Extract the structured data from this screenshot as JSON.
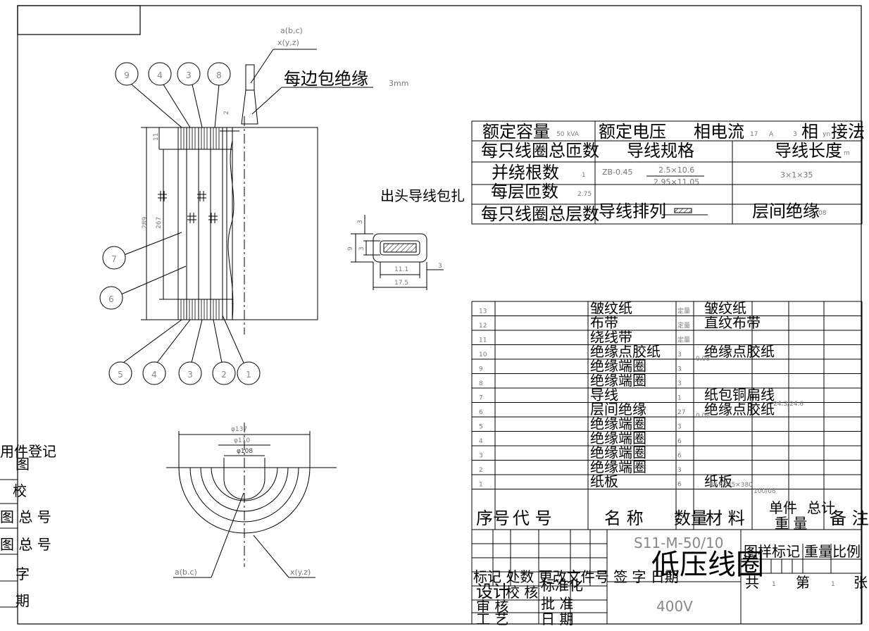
{
  "callouts": {
    "top": [
      "9",
      "4",
      "3",
      "8"
    ],
    "left": [
      "7",
      "6"
    ],
    "bottom": [
      "5",
      "4",
      "3",
      "2",
      "1"
    ]
  },
  "lead": {
    "top_label_1": "a(b,c)",
    "top_label_2": "x(y,z)",
    "insulation_note": "每边包绝缘",
    "insulation_value": "3mm",
    "lead_wrap_label": "出头导线包扎",
    "bottom_left_label": "a(b.c)",
    "bottom_right_label": "x(y.z)"
  },
  "dims": {
    "coil_height_outer": "289",
    "coil_height_inner": "267",
    "dim_top": "11",
    "dim_gap": "2",
    "section_h1": "3",
    "section_h2": "9",
    "section_h3": "3",
    "section_w_inner": "11.1",
    "section_w_outer": "17.5",
    "section_side": "3",
    "dia_outer": "φ137",
    "dia_mid": "φ110",
    "dia_inner": "φ108"
  },
  "left_stamp": [
    "用件登记",
    "图",
    "校",
    "图 总 号",
    "图 总 号",
    "字",
    "期"
  ],
  "spec_table": {
    "rated_capacity": "额定容量",
    "rated_capacity_val": "50",
    "rated_capacity_unit": "kVA",
    "rated_voltage": "额定电压",
    "phase_current": "相电流",
    "phase_current_val": "17",
    "phase_current_unit": "A",
    "phase_num": "3",
    "phase_label": "相",
    "conn_val": "yn",
    "conn_label": "接法",
    "total_turns": "每只线圈总匝数",
    "wire_spec": "导线规格",
    "wire_length": "导线长度",
    "wire_length_unit": "m",
    "parallel": "并绕根数",
    "parallel_val": "1",
    "wire_type": "ZB-0.45",
    "wire_num": "2.5×10.6",
    "wire_den": "2.95×11.05",
    "wire_len_val": "3×1×35",
    "turns_per_layer": "每层匝数",
    "turns_per_layer_val": "2.75",
    "total_layers": "每只线圈总层数",
    "arrangement": "导线排列",
    "interlayer": "层间绝缘",
    "interlayer_val": "08"
  },
  "parts": {
    "rows": [
      {
        "no": "13",
        "name": "皱纹纸",
        "mat": "定量",
        "mat2": "皱纹纸"
      },
      {
        "no": "12",
        "name": "布带",
        "mat": "定量",
        "mat2": "直纹布带"
      },
      {
        "no": "11",
        "name": "绕线带",
        "mat": "定量",
        "mat2": ""
      },
      {
        "no": "10",
        "name": "绝缘点胶纸",
        "mat": "3",
        "mat2": "绝缘点胶纸"
      },
      {
        "no": "9",
        "name": "绝缘端圈",
        "mat": "3",
        "mat2": ""
      },
      {
        "no": "8",
        "name": "绝缘端圈",
        "mat": "3",
        "mat2": ""
      },
      {
        "no": "7",
        "name": "导线",
        "mat": "1",
        "mat2": "纸包铜扁线"
      },
      {
        "no": "6",
        "name": "层间绝缘",
        "mat": "27",
        "mat2": "绝缘点胶纸"
      },
      {
        "no": "5",
        "name": "绝缘端圈",
        "mat": "3",
        "mat2": ""
      },
      {
        "no": "4",
        "name": "绝缘端圈",
        "mat": "6",
        "mat2": ""
      },
      {
        "no": "3",
        "name": "绝缘端圈",
        "mat": "6",
        "mat2": ""
      },
      {
        "no": "2",
        "name": "绝缘端圈",
        "mat": "3",
        "mat2": ""
      },
      {
        "no": "1",
        "name": "纸板",
        "mat": "6",
        "mat2": "纸板"
      }
    ],
    "extra": {
      "row1_size": "85×285×380",
      "row1_thk": "100/08",
      "row7_spec": "24.3/24.6",
      "row6_thk": "0.08",
      "row10_thk": "0.08"
    },
    "header": {
      "seq": "序号",
      "code": "代   号",
      "name": "名   称",
      "qty": "数量",
      "material": "材   料",
      "unit_w": "单件",
      "total_w": "总计",
      "weight": "重   量",
      "remark": "备 注"
    }
  },
  "title_block": {
    "model": "S11-M-50/10",
    "title": "低压线圈",
    "voltage": "400V",
    "labels": "标记 处数  更改文件号  签 字 日期",
    "design": "设计",
    "check": "校 核",
    "std": "标准化",
    "audit": "审 核",
    "approve": "批 准",
    "process": "工 艺",
    "date": "日 期",
    "sample": "图样标记",
    "weight": "重量",
    "scale": "比例",
    "total": "共",
    "total_val": "1",
    "sheet": "第",
    "sheet_val": "1",
    "page_unit": "张"
  }
}
